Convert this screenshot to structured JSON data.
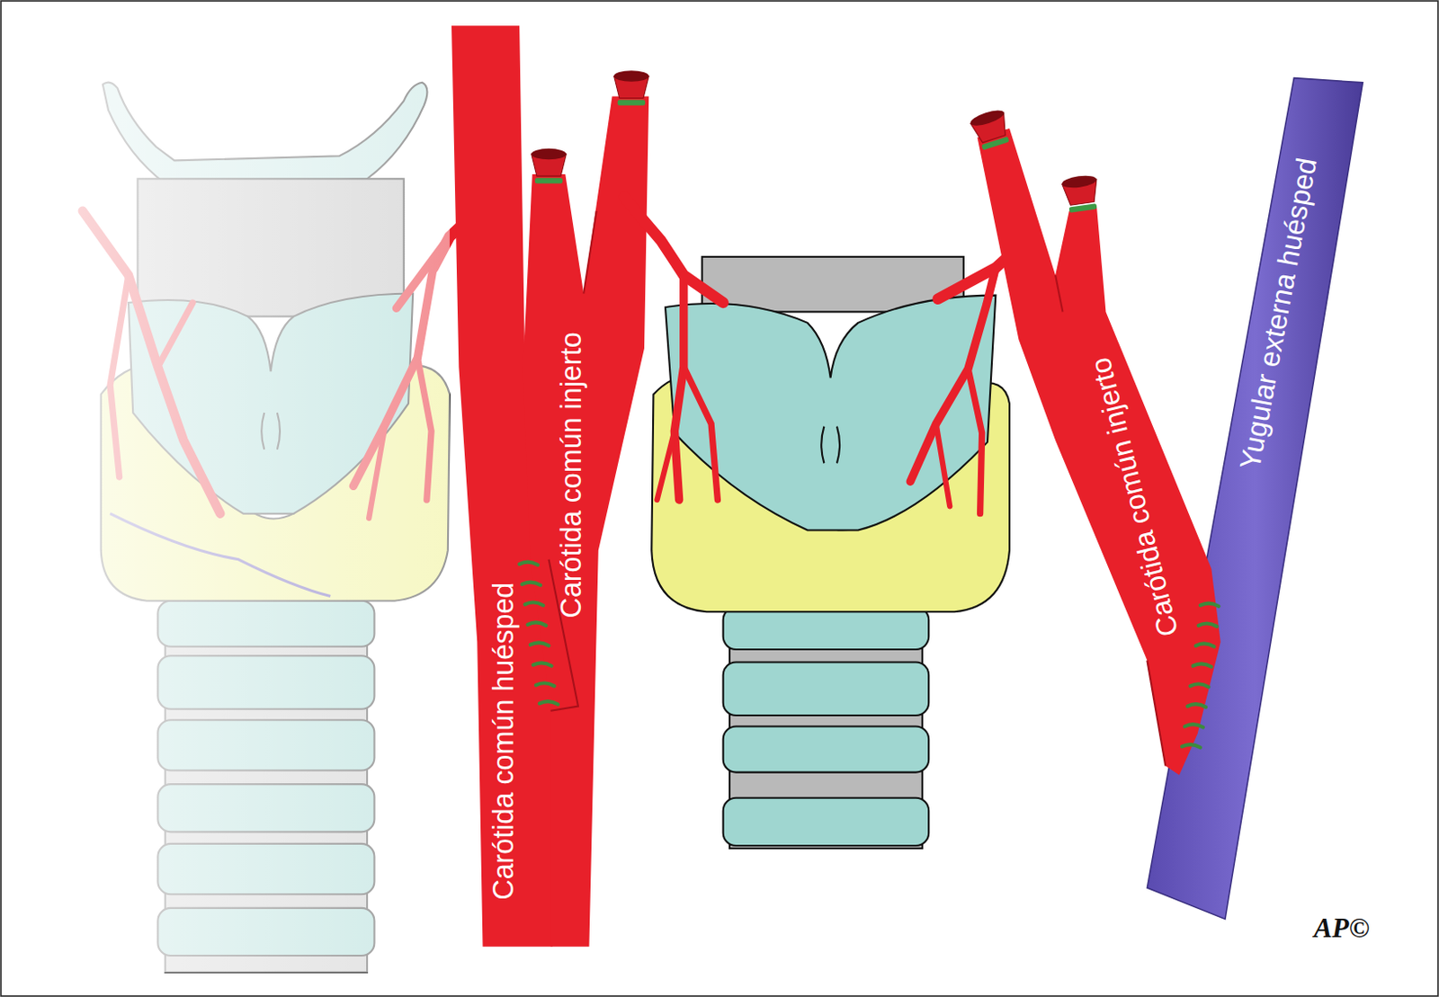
{
  "diagram": {
    "labels": [
      "Carótida común huésped",
      "Carótida común injerto",
      "Carótida común injerto",
      "Yugular externa huésped",
      "AP©"
    ]
  }
}
